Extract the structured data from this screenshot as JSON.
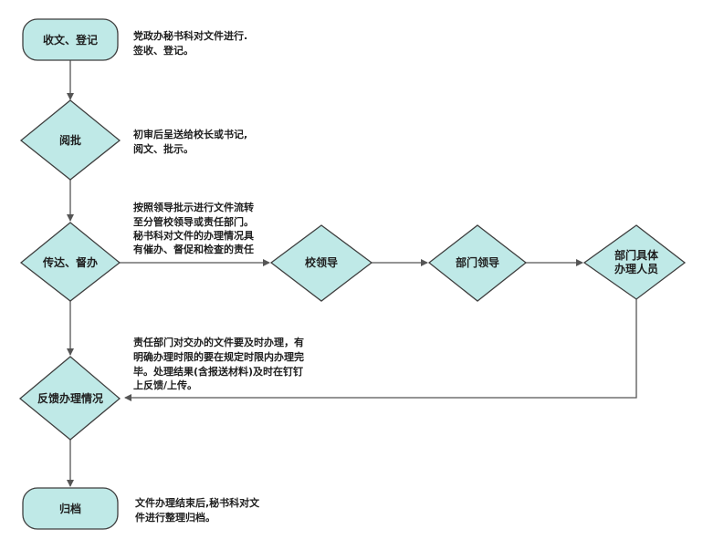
{
  "colors": {
    "node_fill": "#bfe9e7",
    "node_stroke": "#3f3f3f",
    "edge": "#555555",
    "text": "#1f1f1f"
  },
  "nodes": {
    "receive": "收文、登记",
    "review": "阅批",
    "distribute": "传达、督办",
    "school_leader": "校领导",
    "dept_leader": "部门领导",
    "dept_staff": [
      "部门具体",
      "办理人员"
    ],
    "feedback": "反馈办理情况",
    "archive": "归档"
  },
  "notes": {
    "receive": [
      "党政办秘书科对文件进行.",
      "签收、登记。"
    ],
    "review": [
      "初审后呈送给校长或书记,",
      "阅文、批示。"
    ],
    "distribute": [
      "按照领导批示进行文件流转",
      "至分管校领导或责任部门。",
      "秘书科对文件的办理情况具",
      "有催办、督促和检查的责任"
    ],
    "feedback": [
      "责任部门对交办的文件要及时办理，有",
      "明确办理时限的要在规定时限内办理完",
      "毕。处理结果(含报送材料)及时在钉钉",
      "上反馈/上传。"
    ],
    "archive": [
      "文件办理结束后,秘书科对文",
      "件进行整理归档。"
    ]
  }
}
